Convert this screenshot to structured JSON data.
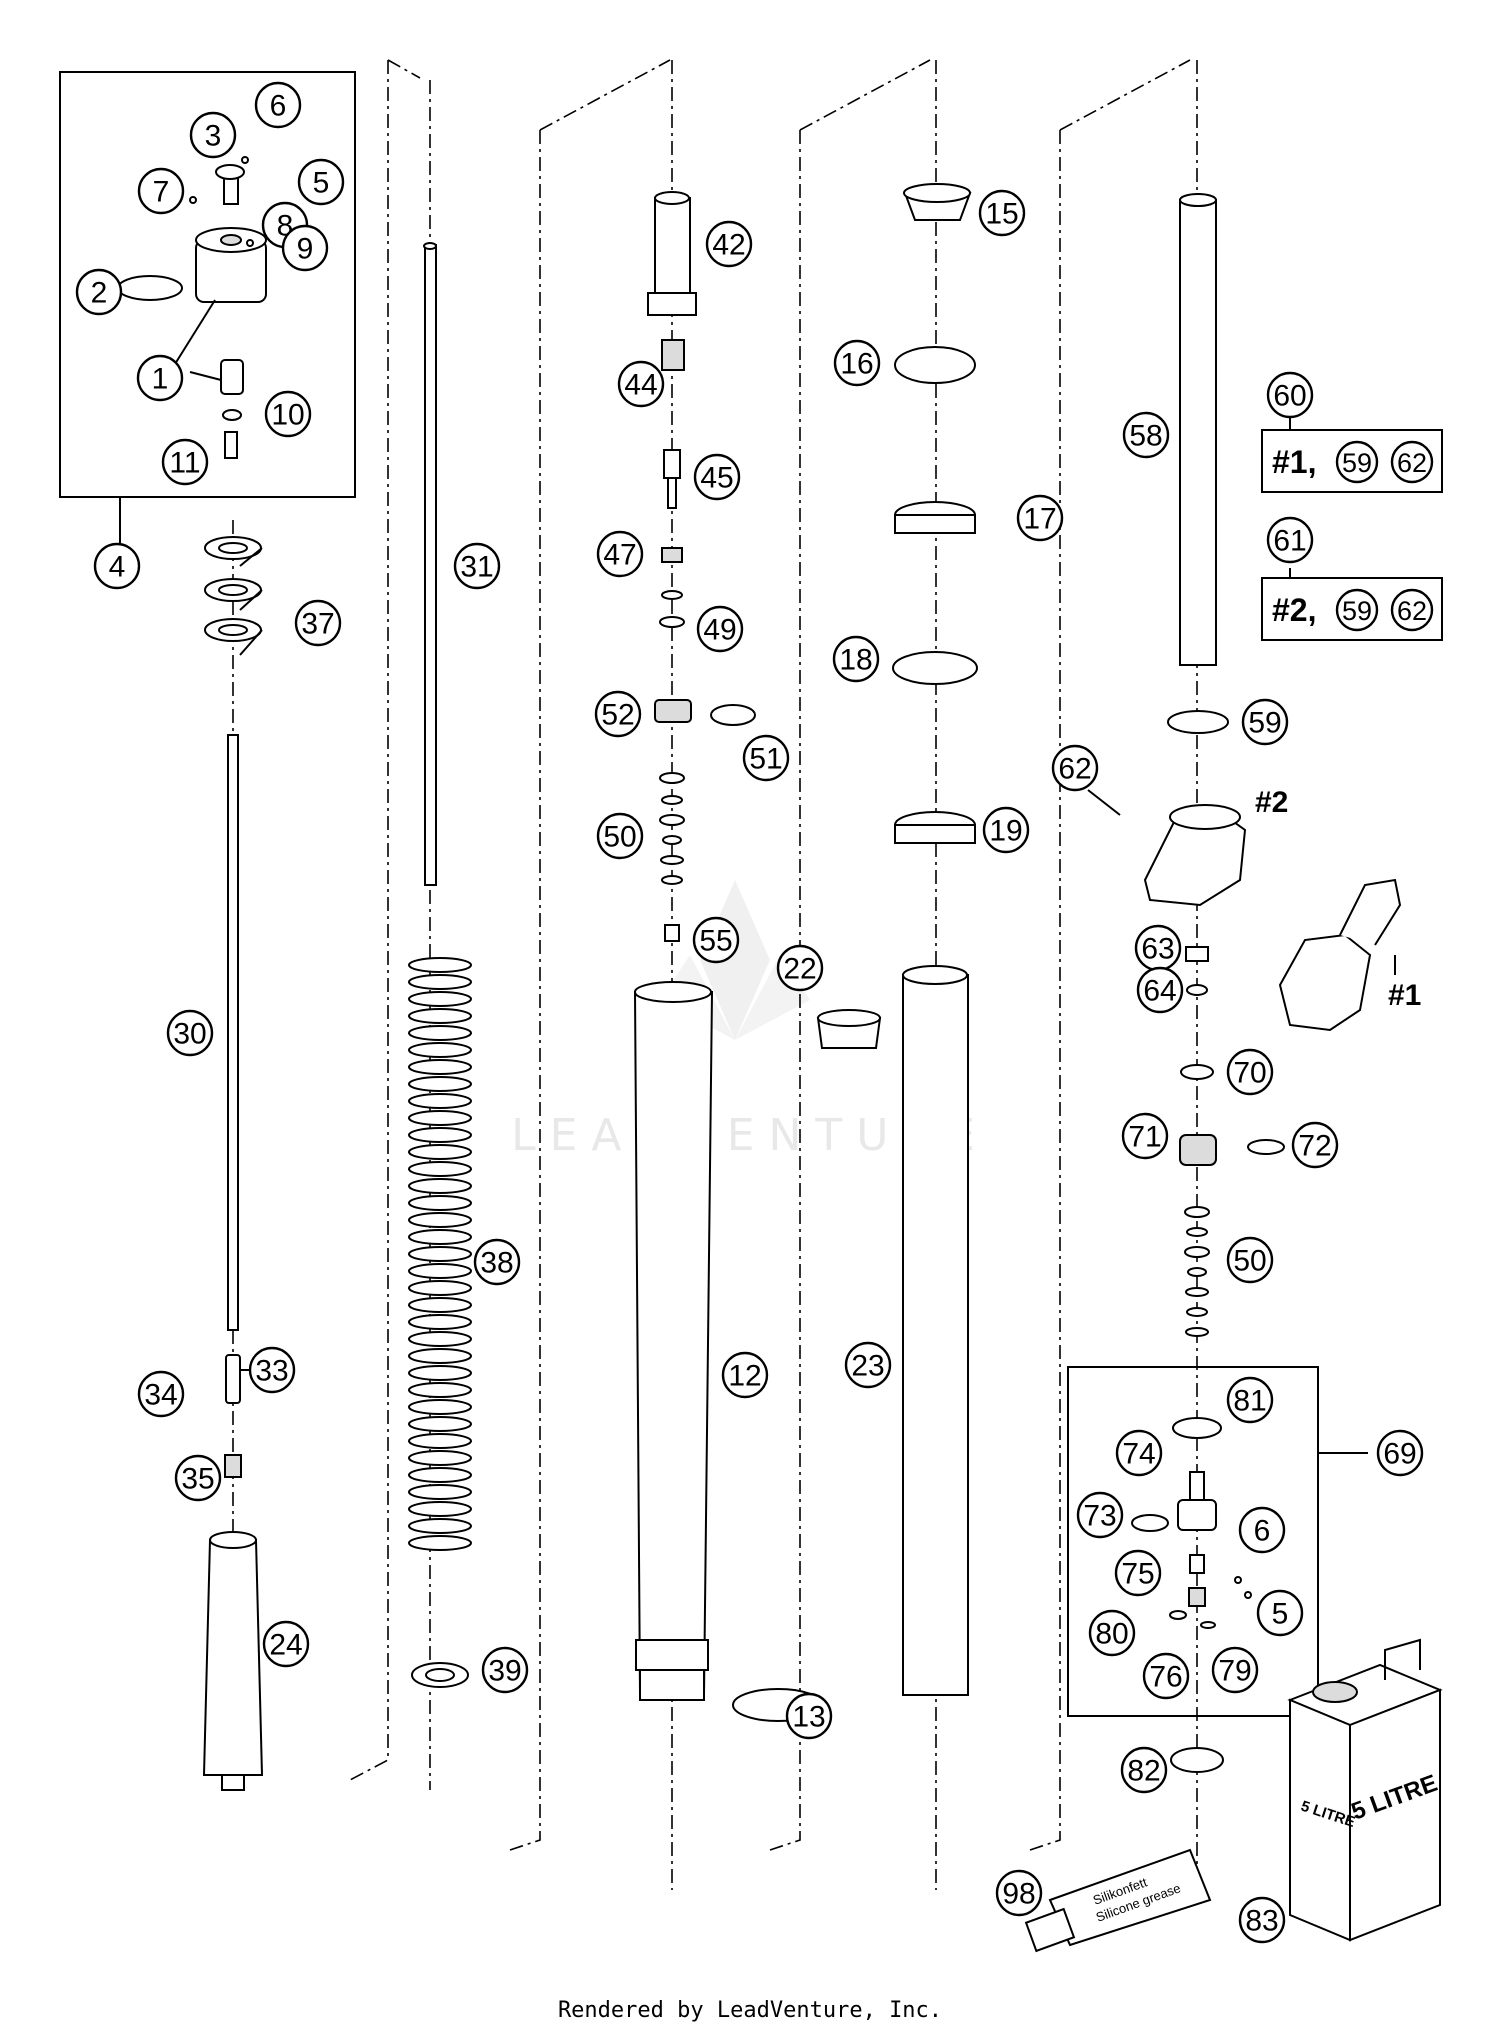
{
  "callouts": [
    {
      "label": "1"
    },
    {
      "label": "2"
    },
    {
      "label": "3"
    },
    {
      "label": "4"
    },
    {
      "label": "5"
    },
    {
      "label": "6"
    },
    {
      "label": "7"
    },
    {
      "label": "8"
    },
    {
      "label": "9"
    },
    {
      "label": "10"
    },
    {
      "label": "11"
    },
    {
      "label": "12"
    },
    {
      "label": "13"
    },
    {
      "label": "15"
    },
    {
      "label": "16"
    },
    {
      "label": "17"
    },
    {
      "label": "18"
    },
    {
      "label": "19"
    },
    {
      "label": "22"
    },
    {
      "label": "23"
    },
    {
      "label": "24"
    },
    {
      "label": "30"
    },
    {
      "label": "31"
    },
    {
      "label": "33"
    },
    {
      "label": "34"
    },
    {
      "label": "35"
    },
    {
      "label": "37"
    },
    {
      "label": "38"
    },
    {
      "label": "39"
    },
    {
      "label": "42"
    },
    {
      "label": "44"
    },
    {
      "label": "45"
    },
    {
      "label": "47"
    },
    {
      "label": "49"
    },
    {
      "label": "50"
    },
    {
      "label": "51"
    },
    {
      "label": "52"
    },
    {
      "label": "55"
    },
    {
      "label": "58"
    },
    {
      "label": "59"
    },
    {
      "label": "60"
    },
    {
      "label": "61"
    },
    {
      "label": "62"
    },
    {
      "label": "63"
    },
    {
      "label": "64"
    },
    {
      "label": "70"
    },
    {
      "label": "71"
    },
    {
      "label": "72"
    },
    {
      "label": "50"
    },
    {
      "label": "81"
    },
    {
      "label": "69"
    },
    {
      "label": "74"
    },
    {
      "label": "73"
    },
    {
      "label": "6"
    },
    {
      "label": "75"
    },
    {
      "label": "5"
    },
    {
      "label": "80"
    },
    {
      "label": "76"
    },
    {
      "label": "79"
    },
    {
      "label": "82"
    },
    {
      "label": "83"
    },
    {
      "label": "98"
    }
  ],
  "kits": [
    {
      "prefix": "#1,",
      "items": [
        "59",
        "62"
      ]
    },
    {
      "prefix": "#2,",
      "items": [
        "59",
        "62"
      ]
    }
  ],
  "variant_labels": {
    "v2": "#2",
    "v1": "#1"
  },
  "watermark": "LEADVENTURE",
  "grease_tube": {
    "line1": "Silikonfett",
    "line2": "Silicone grease"
  },
  "oil_can": {
    "side": "5 LITRE",
    "front": "5 LITRE"
  },
  "footer": "Rendered by LeadVenture, Inc."
}
